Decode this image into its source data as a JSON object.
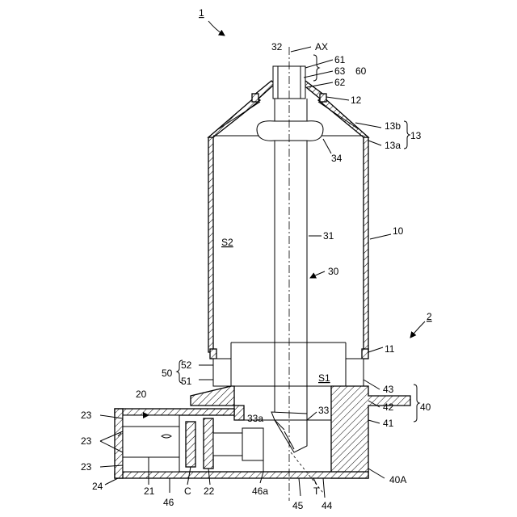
{
  "labels": {
    "fig": "1",
    "fig2": "2",
    "ax": "AX",
    "n32": "32",
    "n61": "61",
    "n63": "63",
    "n60": "60",
    "n62": "62",
    "n12": "12",
    "n13b": "13b",
    "n13": "13",
    "n13a": "13a",
    "n34": "34",
    "s2": "S2",
    "n31": "31",
    "n10": "10",
    "n30": "30",
    "n11": "11",
    "n52": "52",
    "n50": "50",
    "n51": "51",
    "s1": "S1",
    "n43": "43",
    "n42": "42",
    "n40": "40",
    "n41": "41",
    "n20": "20",
    "n23a": "23",
    "n23b": "23",
    "n23c": "23",
    "n33a": "33a",
    "n33": "33",
    "n24": "24",
    "n21": "21",
    "n46": "46",
    "c": "C",
    "n22": "22",
    "n46a": "46a",
    "n45": "45",
    "t": "T",
    "n44": "44",
    "n40a": "40A"
  }
}
